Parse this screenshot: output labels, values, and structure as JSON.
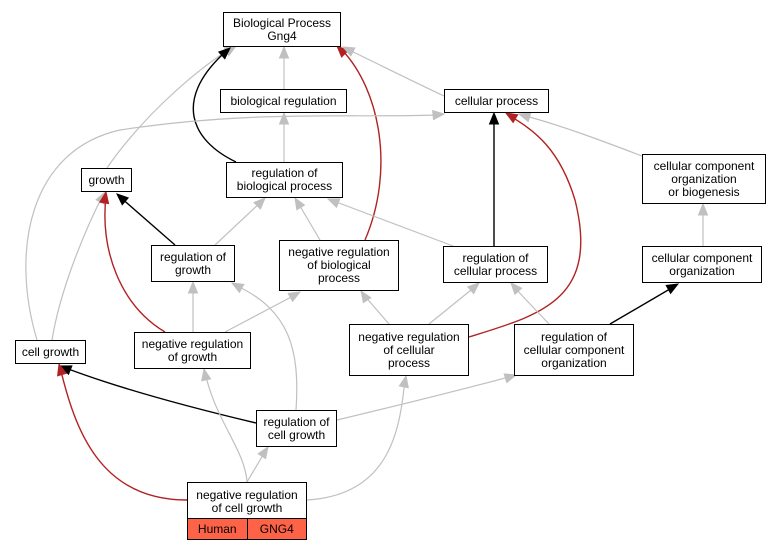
{
  "colors": {
    "edge_default": "#c0c0c0",
    "edge_black": "#000000",
    "edge_red": "#b22222",
    "tag_fill": "#ff6347"
  },
  "nodes": {
    "root": "Biological Process\nGng4",
    "bio_reg": "biological regulation",
    "cell_proc": "cellular process",
    "growth": "growth",
    "reg_bio": "regulation of\nbiological process",
    "cc_org_bio": "cellular component\norganization\nor biogenesis",
    "reg_growth": "regulation of\ngrowth",
    "neg_reg_bio": "negative regulation\nof biological\nprocess",
    "reg_cell_proc": "regulation of\ncellular process",
    "cc_org": "cellular component\norganization",
    "cell_growth": "cell growth",
    "neg_reg_growth": "negative regulation\nof growth",
    "neg_reg_cell_proc": "negative regulation\nof cellular\nprocess",
    "reg_cc_org": "regulation of\ncellular component\norganization",
    "reg_cell_growth": "regulation of\ncell growth",
    "neg_reg_cell_growth": {
      "label": "negative regulation\nof cell growth",
      "tags": [
        "Human",
        "GNG4"
      ]
    }
  }
}
